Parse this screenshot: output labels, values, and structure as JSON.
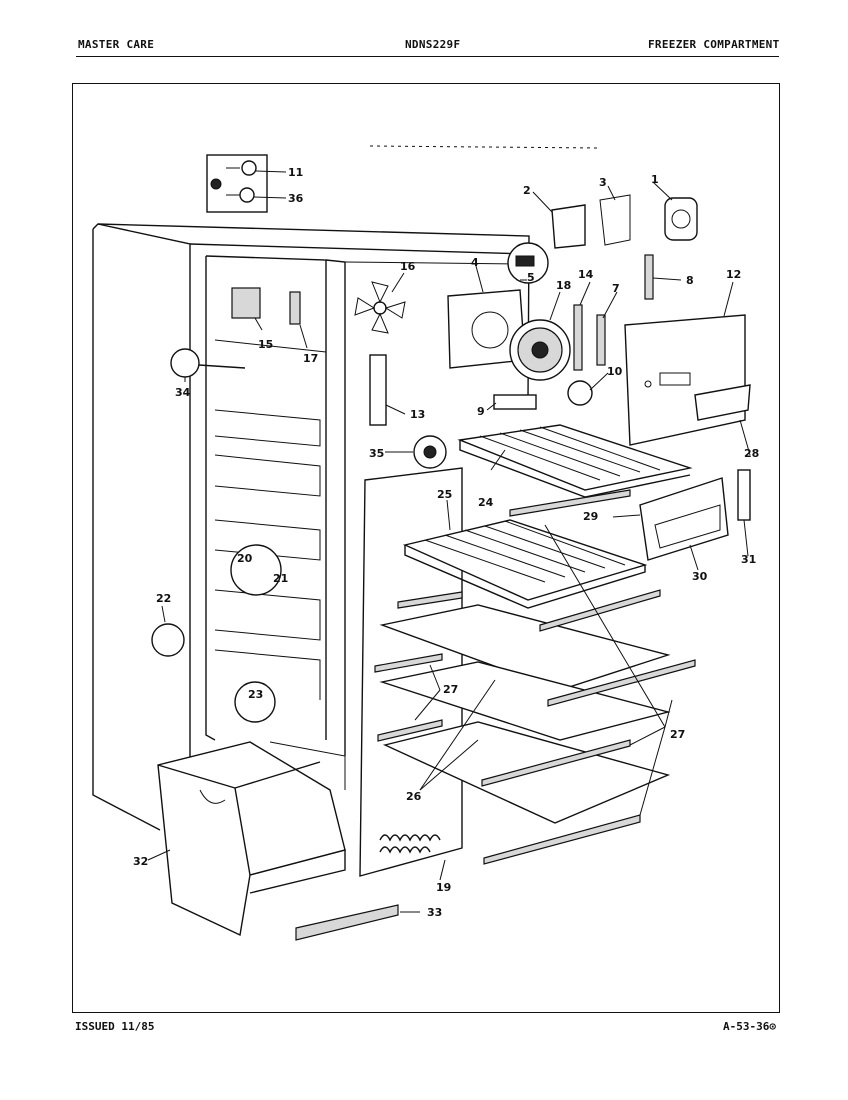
{
  "header": {
    "brand": "MASTER CARE",
    "model": "NDNS229F",
    "section": "FREEZER COMPARTMENT"
  },
  "footer": {
    "issued": "ISSUED 11/85",
    "code": "A-53-36"
  },
  "callouts": {
    "c1": "1",
    "c2": "2",
    "c3": "3",
    "c4": "4",
    "c5": "5",
    "c7": "7",
    "c8": "8",
    "c9": "9",
    "c10": "10",
    "c11": "11",
    "c12": "12",
    "c13": "13",
    "c14": "14",
    "c15": "15",
    "c16": "16",
    "c17": "17",
    "c18": "18",
    "c19": "19",
    "c20": "20",
    "c21": "21",
    "c22": "22",
    "c23": "23",
    "c24": "24",
    "c25": "25",
    "c26": "26",
    "c27a": "27",
    "c27b": "27",
    "c28": "28",
    "c29": "29",
    "c30": "30",
    "c31": "31",
    "c32": "32",
    "c33": "33",
    "c34": "34",
    "c35": "35",
    "c36": "36"
  }
}
